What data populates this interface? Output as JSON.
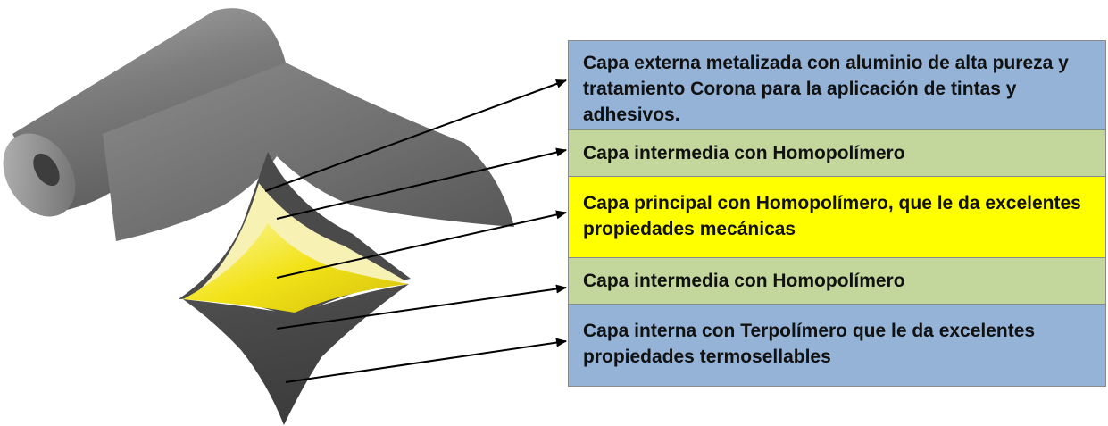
{
  "layers": [
    {
      "id": "outer",
      "text": "Capa externa metalizada con aluminio de alta pureza y tratamiento Corona para la aplicación de tintas y adhesivos.",
      "color": "#95b3d7"
    },
    {
      "id": "mid1",
      "text": "Capa intermedia con Homopolímero",
      "color": "#c3d69b"
    },
    {
      "id": "main",
      "text": "Capa principal con Homopolímero, que le da excelentes propiedades mecánicas",
      "color": "#ffff00"
    },
    {
      "id": "mid2",
      "text": "Capa intermedia con Homopolímero",
      "color": "#c3d69b"
    },
    {
      "id": "inner",
      "text": "Capa interna con Terpolímero que le da excelentes propiedades termosellables",
      "color": "#95b3d7"
    }
  ],
  "colors": {
    "film_gray": "#6b6b6b",
    "film_light": "#9a9a9a",
    "film_dark": "#3a3a3a",
    "core_yellow": "#f2e318",
    "arrow": "#000000"
  }
}
